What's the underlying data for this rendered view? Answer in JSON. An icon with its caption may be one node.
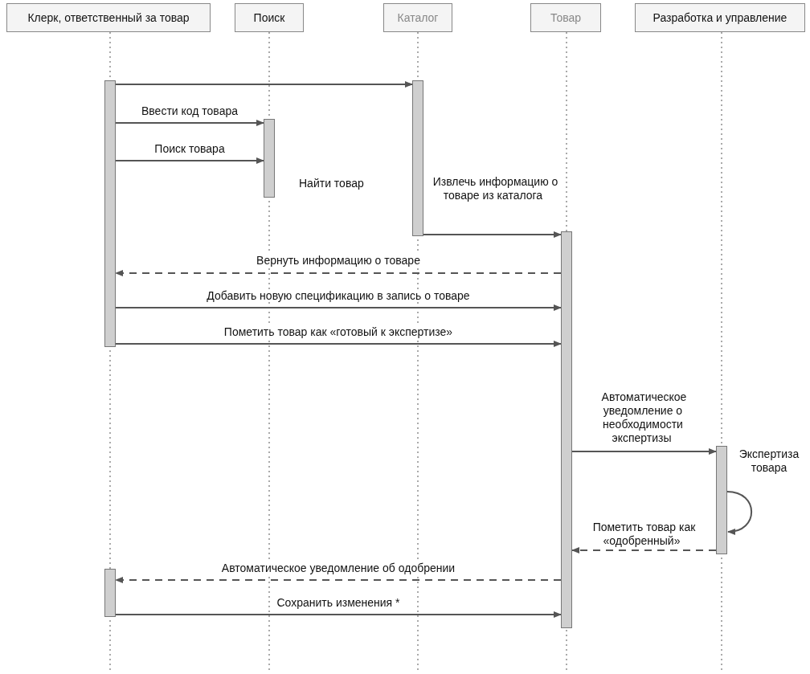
{
  "diagram": {
    "nodes": [
      {
        "text": [
          "Клерк, ответственный за товар"
        ]
      },
      {
        "text": [
          "Поиск"
        ]
      },
      {
        "text": [
          "Каталог"
        ]
      },
      {
        "text": [
          "Товар"
        ]
      },
      {
        "text": [
          "Разработка и управление"
        ]
      },
      {
        "text": [],
        "shape": "bar"
      },
      {
        "text": [],
        "shape": "bar"
      },
      {
        "text": [],
        "shape": "bar"
      },
      {
        "text": [],
        "shape": "bar"
      },
      {
        "text": [],
        "shape": "bar",
        "beside": [
          "Экспертиза товара"
        ]
      },
      {
        "text": [],
        "shape": "bar"
      }
    ],
    "edges": [
      {
        "from": 5,
        "to": 6,
        "arrow": "to"
      },
      {
        "from": 5,
        "to": 7,
        "arrow": "to",
        "label": "Ввести код товара"
      },
      {
        "from": 5,
        "to": 7,
        "arrow": "to",
        "label": "Поиск товара"
      },
      {
        "from": 6,
        "to": 8,
        "arrow": "to",
        "label": "Извлечь информацию о товаре из каталога"
      },
      {
        "from": 8,
        "to": 5,
        "arrow": "to",
        "label": "Вернуть информацию о товаре",
        "style": "dashed"
      },
      {
        "from": 5,
        "to": 8,
        "arrow": "to",
        "label": "Добавить новую спецификацию в запись о товаре"
      },
      {
        "from": 5,
        "to": 8,
        "arrow": "to",
        "label": "Пометить товар как «готовый к экспертизе»"
      },
      {
        "from": 8,
        "to": 9,
        "arrow": "to",
        "label": "Автоматическое уведомление о необходимости экспертизы"
      },
      {
        "from": 9,
        "to": 9,
        "arrow": "to"
      },
      {
        "from": 9,
        "to": 8,
        "arrow": "to",
        "label": "Пометить товар как «одобренный»",
        "style": "dashed"
      },
      {
        "from": 8,
        "to": 10,
        "arrow": "to",
        "label": "Автоматическое уведомление об одобрении",
        "style": "dashed"
      },
      {
        "from": 10,
        "to": 8,
        "arrow": "to",
        "label": "Сохранить изменения *"
      }
    ],
    "labels": [
      "Найти товар"
    ]
  }
}
